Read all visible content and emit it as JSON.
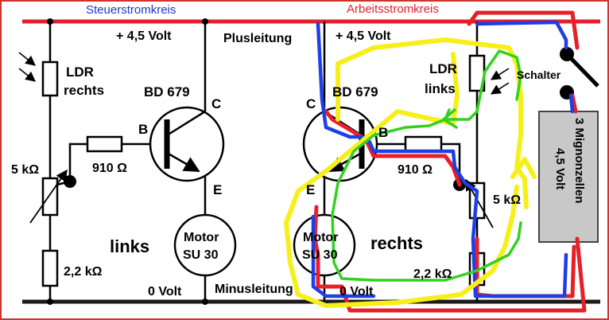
{
  "colors": {
    "positive_rail": "#e5202a",
    "negative_rail": "#1a1a1a",
    "steuer_title": "#1c39c8",
    "arbeits_title": "#e5202a",
    "path_blue": "#1e3fe6",
    "path_red": "#e5202a",
    "path_yellow": "#f7ef1a",
    "path_green": "#32d120",
    "battery_fill": "#c8c8c8",
    "frame": "#d0332c"
  },
  "labels": {
    "steuer_title": "Steuerstromkreis",
    "arbeits_title": "Arbeitsstromkreis",
    "plus_left": "+ 4,5 Volt",
    "plus_right": "+ 4,5 Volt",
    "plusleitung": "Plusleitung",
    "minusleitung": "Minusleitung",
    "zero_left": "0 Volt",
    "zero_right": "0 Volt",
    "ldr_right_1": "LDR",
    "ldr_right_2": "rechts",
    "ldr_left_1": "LDR",
    "ldr_left_2": "links",
    "transistor_left": "BD 679",
    "transistor_right": "BD 679",
    "base_left": "B",
    "collector_left": "C",
    "emitter_left": "E",
    "base_right": "B",
    "collector_right": "C",
    "emitter_right": "E",
    "res910_left": "910 Ω",
    "res910_right": "910 Ω",
    "pot_left": "5 kΩ",
    "pot_right": "5 kΩ",
    "res22_left": "2,2 kΩ",
    "res22_right": "2,2 kΩ",
    "motor_left_1": "Motor",
    "motor_left_2": "SU 30",
    "motor_right_1": "Motor",
    "motor_right_2": "SU 30",
    "side_left": "links",
    "side_right": "rechts",
    "switch": "Schalter",
    "battery_1": "3 Mignonzellen",
    "battery_2": "4,5 Volt"
  }
}
